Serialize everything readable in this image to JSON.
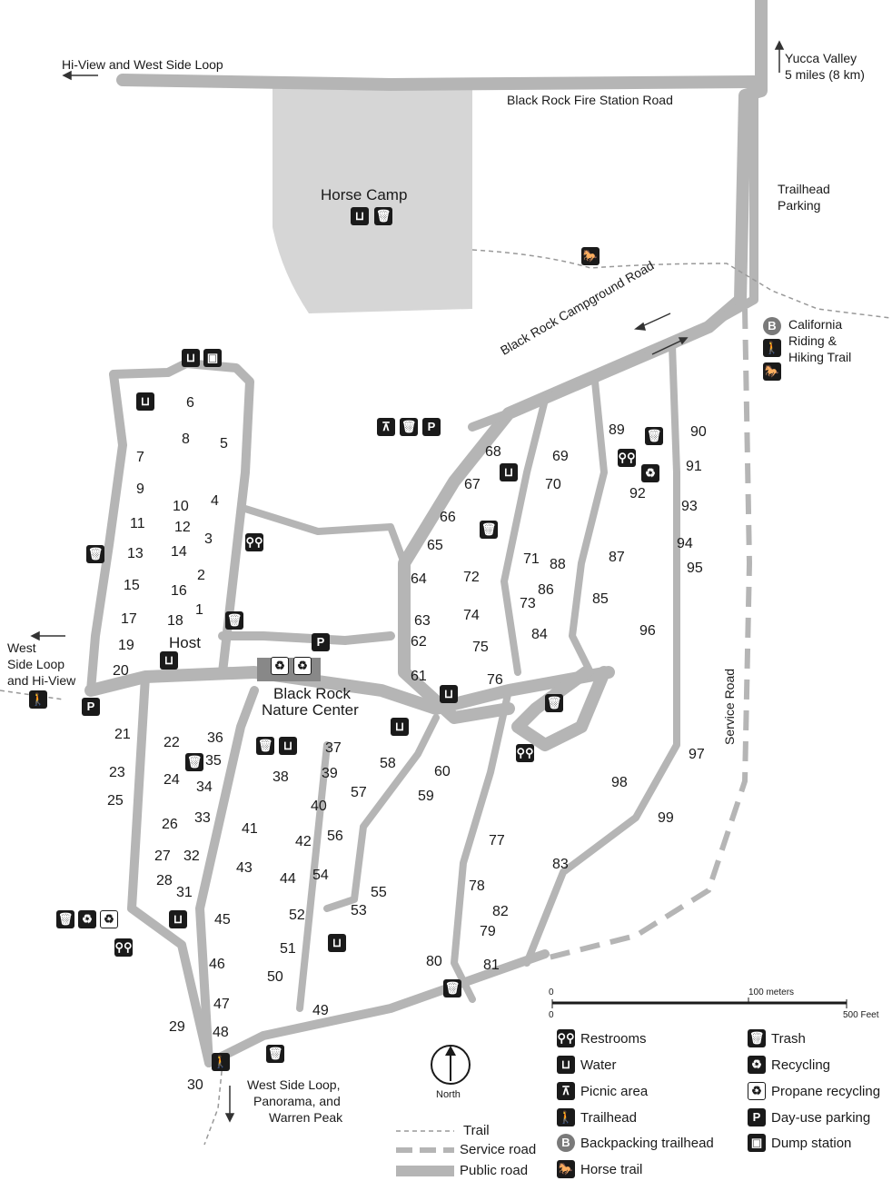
{
  "top": {
    "west_loop": "Hi-View and West Side Loop",
    "fire_road": "Black Rock Fire Station Road",
    "yucca": "Yucca Valley",
    "yucca_dist": "5 miles (8 km)",
    "trailhead_parking": [
      "Trailhead",
      "Parking"
    ],
    "horse_camp": "Horse Camp",
    "campground_road": "Black Rock Campground Road",
    "crht": [
      "California",
      "Riding &",
      "Hiking Trail"
    ],
    "service_road": "Service Road",
    "west": [
      "West",
      "Side Loop",
      "and Hi-View"
    ],
    "host": "Host",
    "nature_center": [
      "Black Rock",
      "Nature Center"
    ],
    "south": [
      "West Side Loop,",
      "Panorama, and",
      "Warren Peak"
    ],
    "north": "North"
  },
  "sites": [
    {
      "n": "6",
      "s": "a"
    },
    {
      "n": "8",
      "s": "a"
    },
    {
      "n": "7",
      "s": "a"
    },
    {
      "n": "9",
      "s": "a"
    },
    {
      "n": "10",
      "s": "a"
    },
    {
      "n": "11",
      "s": "a"
    },
    {
      "n": "12",
      "s": "a"
    },
    {
      "n": "13",
      "s": "a"
    },
    {
      "n": "14",
      "s": "a"
    },
    {
      "n": "15",
      "s": "a"
    },
    {
      "n": "16",
      "s": "a"
    },
    {
      "n": "17",
      "s": "a"
    },
    {
      "n": "18",
      "s": "a"
    },
    {
      "n": "19",
      "s": "a"
    },
    {
      "n": "20",
      "s": "a"
    },
    {
      "n": "5",
      "s": "a"
    },
    {
      "n": "4",
      "s": "a"
    },
    {
      "n": "3",
      "s": "a"
    },
    {
      "n": "2",
      "s": "a"
    },
    {
      "n": "1",
      "s": "a"
    },
    {
      "n": "21",
      "s": "a"
    },
    {
      "n": "22",
      "s": "a"
    },
    {
      "n": "23",
      "s": "a"
    },
    {
      "n": "24",
      "s": "a"
    },
    {
      "n": "25",
      "s": "a"
    },
    {
      "n": "26",
      "s": "a"
    },
    {
      "n": "27",
      "s": "a"
    },
    {
      "n": "28",
      "s": "a"
    },
    {
      "n": "29",
      "s": "a"
    },
    {
      "n": "30",
      "s": "a"
    },
    {
      "n": "36",
      "s": "a"
    },
    {
      "n": "35",
      "s": "a"
    },
    {
      "n": "34",
      "s": "a"
    },
    {
      "n": "33",
      "s": "a"
    },
    {
      "n": "32",
      "s": "a"
    },
    {
      "n": "31",
      "s": "a"
    },
    {
      "n": "37",
      "s": "a"
    },
    {
      "n": "38",
      "s": "a"
    },
    {
      "n": "39",
      "s": "a"
    },
    {
      "n": "40",
      "s": "a"
    },
    {
      "n": "41",
      "s": "a"
    },
    {
      "n": "42",
      "s": "a"
    },
    {
      "n": "43",
      "s": "a"
    },
    {
      "n": "44",
      "s": "a"
    },
    {
      "n": "45",
      "s": "a"
    },
    {
      "n": "46",
      "s": "a"
    },
    {
      "n": "47",
      "s": "a"
    },
    {
      "n": "48",
      "s": "a"
    },
    {
      "n": "49",
      "s": "a"
    },
    {
      "n": "50",
      "s": "a"
    },
    {
      "n": "51",
      "s": "a"
    },
    {
      "n": "52",
      "s": "a"
    },
    {
      "n": "53",
      "s": "a"
    },
    {
      "n": "54",
      "s": "a"
    },
    {
      "n": "55",
      "s": "a"
    },
    {
      "n": "56",
      "s": "a"
    },
    {
      "n": "57",
      "s": "a"
    },
    {
      "n": "58",
      "s": "a"
    },
    {
      "n": "59",
      "s": "a"
    },
    {
      "n": "60",
      "s": "a"
    },
    {
      "n": "61",
      "s": "a"
    },
    {
      "n": "62",
      "s": "a"
    },
    {
      "n": "63",
      "s": "a"
    },
    {
      "n": "64",
      "s": "a"
    },
    {
      "n": "65",
      "s": "a"
    },
    {
      "n": "66",
      "s": "a"
    },
    {
      "n": "67",
      "s": "a"
    },
    {
      "n": "68",
      "s": "a"
    },
    {
      "n": "69",
      "s": "a"
    },
    {
      "n": "70",
      "s": "a"
    },
    {
      "n": "71",
      "s": "a"
    },
    {
      "n": "72",
      "s": "a"
    },
    {
      "n": "73",
      "s": "a"
    },
    {
      "n": "74",
      "s": "a"
    },
    {
      "n": "75",
      "s": "a"
    },
    {
      "n": "76",
      "s": "a"
    },
    {
      "n": "77",
      "s": "a"
    },
    {
      "n": "78",
      "s": "a"
    },
    {
      "n": "79",
      "s": "a"
    },
    {
      "n": "80",
      "s": "a"
    },
    {
      "n": "81",
      "s": "a"
    },
    {
      "n": "82",
      "s": "a"
    },
    {
      "n": "83",
      "s": "a"
    },
    {
      "n": "84",
      "s": "a"
    },
    {
      "n": "85",
      "s": "a"
    },
    {
      "n": "86",
      "s": "a"
    },
    {
      "n": "87",
      "s": "a"
    },
    {
      "n": "88",
      "s": "a"
    },
    {
      "n": "89",
      "s": "a"
    },
    {
      "n": "90",
      "s": "a"
    },
    {
      "n": "91",
      "s": "a"
    },
    {
      "n": "92",
      "s": "a"
    },
    {
      "n": "93",
      "s": "a"
    },
    {
      "n": "94",
      "s": "a"
    },
    {
      "n": "95",
      "s": "a"
    },
    {
      "n": "96",
      "s": "a"
    },
    {
      "n": "97",
      "s": "a"
    },
    {
      "n": "98",
      "s": "a"
    },
    {
      "n": "99",
      "s": "a"
    }
  ],
  "scale": {
    "m0": "0",
    "m100": "100 meters",
    "f0": "0",
    "f500": "500 Feet"
  },
  "legend": {
    "restrooms": "Restrooms",
    "water": "Water",
    "picnic": "Picnic area",
    "trailhead": "Trailhead",
    "backpacking": "Backpacking trailhead",
    "horse": "Horse trail",
    "trash": "Trash",
    "recycling": "Recycling",
    "propane": "Propane recycling",
    "parking": "Day-use parking",
    "dump": "Dump station",
    "trail": "Trail",
    "service": "Service road",
    "public": "Public road"
  },
  "icons": {
    "water": "⊔",
    "trash": "🗑",
    "restroom": "⚲⚲",
    "recycle": "♻",
    "parking": "P",
    "hiker": "🚶",
    "horse": "🐎",
    "picnic": "⊼",
    "dump": "▣",
    "b": "B"
  }
}
